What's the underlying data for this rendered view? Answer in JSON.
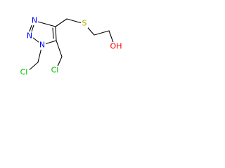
{
  "molecule": {
    "atoms": {
      "n2": {
        "symbol": "N",
        "color": "#0000FF"
      },
      "n3": {
        "symbol": "N",
        "color": "#0000FF"
      },
      "n1": {
        "symbol": "N",
        "color": "#0000FF"
      },
      "s": {
        "symbol": "S",
        "color": "#B8A800"
      },
      "cl1": {
        "symbol": "Cl",
        "color": "#00BB00"
      },
      "cl2": {
        "symbol": "Cl",
        "color": "#00BB00"
      },
      "oh": {
        "symbol": "OH",
        "color": "#FF0000"
      }
    }
  }
}
